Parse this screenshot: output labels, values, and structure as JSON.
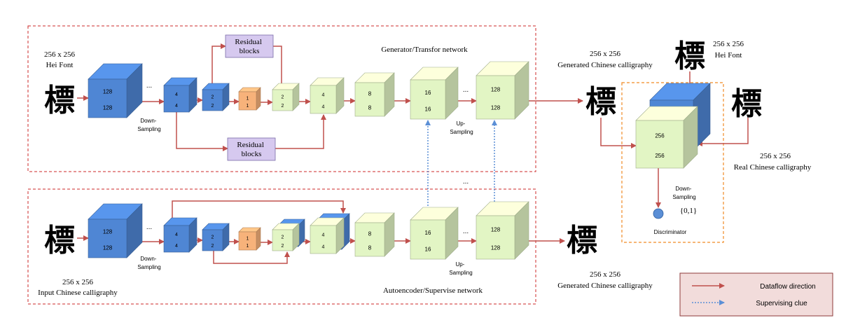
{
  "colors": {
    "blue": "#4f86d4",
    "green": "#e2f5c4",
    "orange": "#f7b27a",
    "purple": "#d6c9ef",
    "arrow": "#c0504d",
    "dashed_border": "#cc2a2a",
    "discriminator_border": "#f08a24",
    "supervise_arrow": "#5b8fd6"
  },
  "icons": {
    "glyph": "標",
    "output_dot": "blue-circle-icon"
  },
  "generator": {
    "title": "Generator/Transfor network",
    "input_size": "256 x 256",
    "input_font": "Hei Font",
    "residual_top": "Residual blocks",
    "residual_bottom": "Residual blocks",
    "down_sampling": "Down-Sampling",
    "up_sampling": "Up-Sampling",
    "ellipsis": "...",
    "blocks": [
      {
        "top": "128",
        "bottom": "128"
      },
      {
        "top": "4",
        "bottom": "4"
      },
      {
        "top": "2",
        "bottom": "2"
      },
      {
        "top": "1",
        "bottom": "1"
      },
      {
        "top": "2",
        "bottom": "2"
      },
      {
        "top": "4",
        "bottom": "4"
      },
      {
        "top": "8",
        "bottom": "8"
      },
      {
        "top": "16",
        "bottom": "16"
      },
      {
        "top": "128",
        "bottom": "128"
      }
    ]
  },
  "autoencoder": {
    "title": "Autoencoder/Supervise network",
    "input_size": "256 x 256",
    "input_label": "Input Chinese calligraphy",
    "down_sampling": "Down-Sampling",
    "up_sampling": "Up-Sampling",
    "ellipsis": "...",
    "blocks": [
      {
        "top": "128",
        "bottom": "128"
      },
      {
        "top": "4",
        "bottom": "4"
      },
      {
        "top": "2",
        "bottom": "2"
      },
      {
        "top": "1",
        "bottom": "1"
      },
      {
        "top": "2",
        "bottom": "2"
      },
      {
        "top": "4",
        "bottom": "4"
      },
      {
        "top": "8",
        "bottom": "8"
      },
      {
        "top": "16",
        "bottom": "16"
      },
      {
        "top": "128",
        "bottom": "128"
      }
    ]
  },
  "between_ellipsis": "...",
  "outputs": {
    "generated_top_size": "256 x 256",
    "generated_top_label": "Generated Chinese calligraphy",
    "generated_bottom_size": "256 x 256",
    "generated_bottom_label": "Generated Chinese calligraphy"
  },
  "discriminator": {
    "title": "Discriminator",
    "block_top": "256",
    "block_bottom": "256",
    "down_sampling": "Down-Sampling",
    "output": "{0,1}",
    "hei_size": "256 x 256",
    "hei_font": "Hei Font",
    "real_size": "256 x 256",
    "real_label": "Real Chinese calligraphy"
  },
  "legend": {
    "dataflow": "Dataflow direction",
    "supervising": "Supervising clue"
  }
}
